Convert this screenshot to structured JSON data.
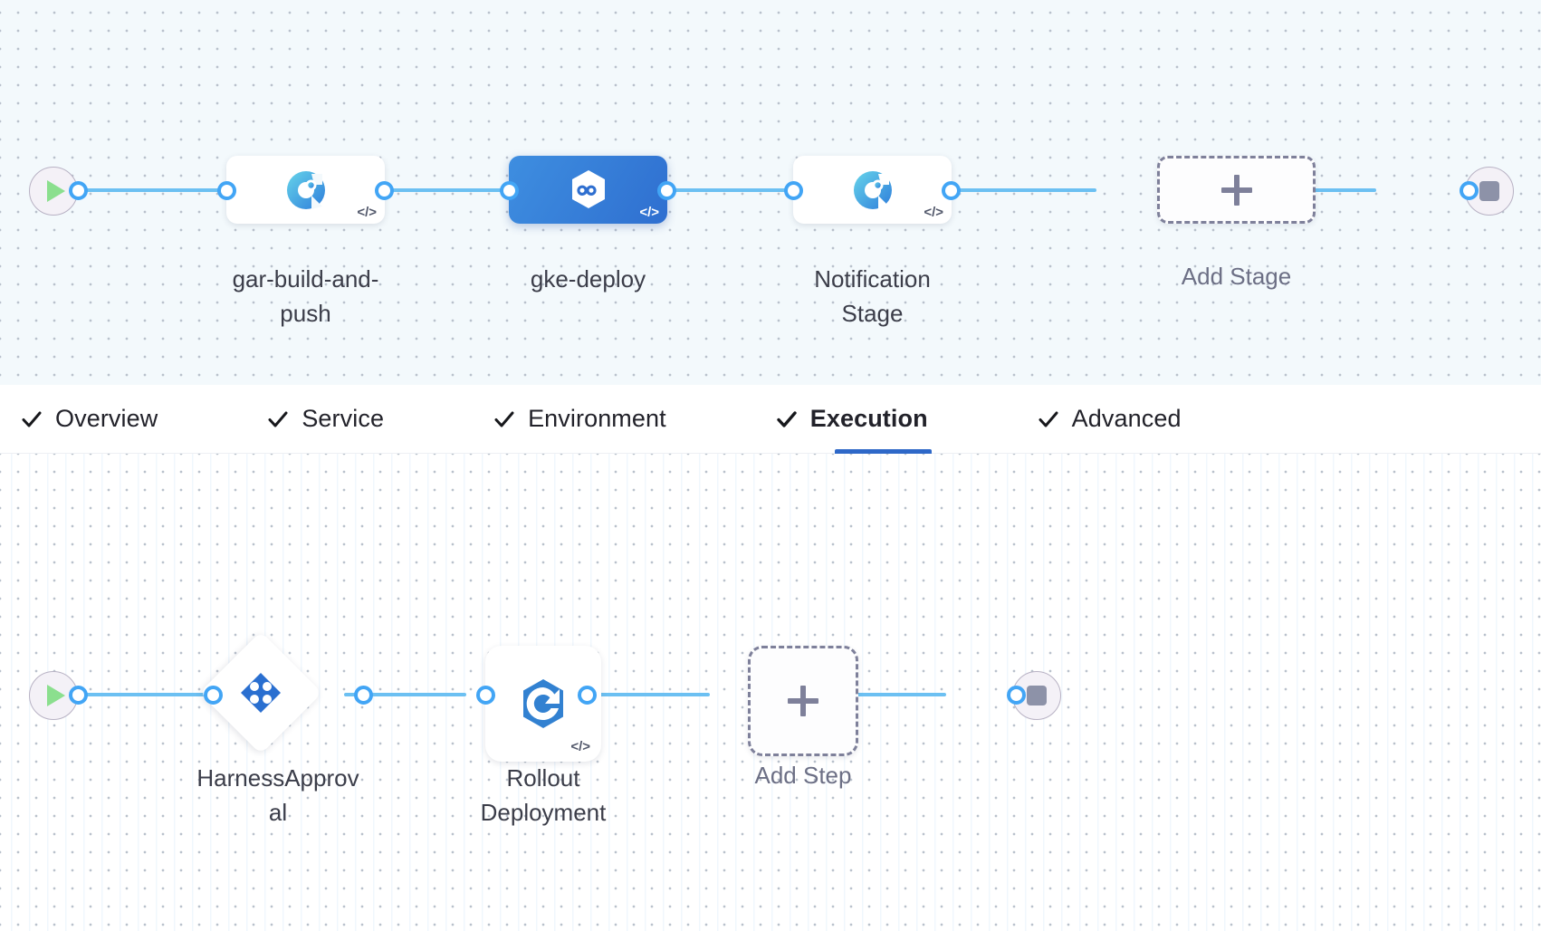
{
  "theme": {
    "edge_color": "#6cc0f2",
    "port_color": "#42a5f5",
    "selected_stage_color": "#2f6fd0",
    "active_tab_underline": "#2e68c8",
    "stage_canvas_bg": "#f3f9fc",
    "exec_canvas_bg": "#ffffff",
    "add_node_border": "#7e809a"
  },
  "stage_canvas": {
    "name": "pipeline-stage-graph",
    "start_node": {
      "icon": "play-icon",
      "label": ""
    },
    "end_node": {
      "icon": "stop-icon",
      "label": ""
    },
    "stages": [
      {
        "id": "gar-build-and-push",
        "label": "gar-build-and-\npush",
        "label_line1": "gar-build-and-",
        "label_line2": "push",
        "icon": "harness-ci-build-icon",
        "badge": "</>",
        "selected": false
      },
      {
        "id": "gke-deploy",
        "label": "gke-deploy",
        "label_line1": "gke-deploy",
        "label_line2": "",
        "icon": "kubernetes-deploy-icon",
        "badge": "</>",
        "selected": true
      },
      {
        "id": "notification-stage",
        "label": "Notification Stage",
        "label_line1": "Notification",
        "label_line2": "Stage",
        "icon": "harness-ci-build-icon",
        "badge": "</>",
        "selected": false
      }
    ],
    "add_stage": {
      "icon": "plus-icon",
      "label": "Add Stage"
    }
  },
  "tabs": {
    "name": "stage-config-tabs",
    "items": [
      {
        "label": "Overview",
        "icon": "check-icon",
        "complete": true,
        "active": false
      },
      {
        "label": "Service",
        "icon": "check-icon",
        "complete": true,
        "active": false
      },
      {
        "label": "Environment",
        "icon": "check-icon",
        "complete": true,
        "active": false
      },
      {
        "label": "Execution",
        "icon": "check-icon",
        "complete": true,
        "active": true
      },
      {
        "label": "Advanced",
        "icon": "check-icon",
        "complete": true,
        "active": false
      }
    ]
  },
  "exec_canvas": {
    "name": "execution-step-graph",
    "start_node": {
      "icon": "play-icon",
      "label": ""
    },
    "end_node": {
      "icon": "stop-icon",
      "label": ""
    },
    "steps": [
      {
        "id": "harness-approval",
        "label": "HarnessApproval",
        "label_line1": "HarnessApprov",
        "label_line2": "al",
        "icon": "harness-approval-icon",
        "shape": "diamond",
        "badge": ""
      },
      {
        "id": "rollout-deployment",
        "label": "Rollout Deployment",
        "label_line1": "Rollout",
        "label_line2": "Deployment",
        "icon": "kubernetes-rollout-icon",
        "shape": "square",
        "badge": "</>"
      }
    ],
    "add_step": {
      "icon": "plus-icon",
      "label": "Add Step"
    }
  }
}
